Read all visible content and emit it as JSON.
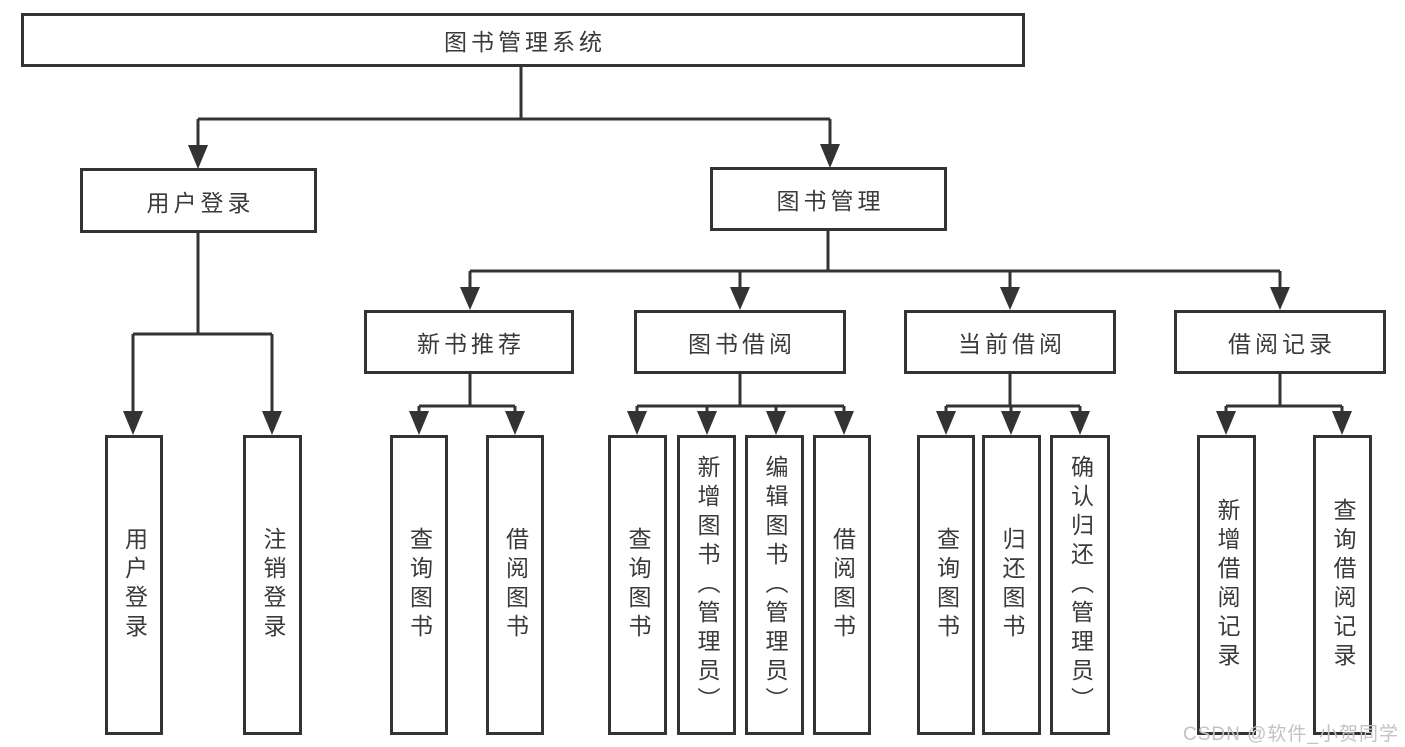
{
  "diagram": {
    "type": "hierarchy",
    "tree": {
      "root": {
        "label": "图书管理系统"
      },
      "branches": [
        {
          "label": "用户登录",
          "children": [
            {
              "label": "用户登录"
            },
            {
              "label": "注销登录"
            }
          ]
        },
        {
          "label": "图书管理",
          "children": [
            {
              "label": "新书推荐",
              "children": [
                {
                  "label": "查询图书"
                },
                {
                  "label": "借阅图书"
                }
              ]
            },
            {
              "label": "图书借阅",
              "children": [
                {
                  "label": "查询图书"
                },
                {
                  "label": "新增图书（管理员）"
                },
                {
                  "label": "编辑图书（管理员）"
                },
                {
                  "label": "借阅图书"
                }
              ]
            },
            {
              "label": "当前借阅",
              "children": [
                {
                  "label": "查询图书"
                },
                {
                  "label": "归还图书"
                },
                {
                  "label": "确认归还（管理员）"
                }
              ]
            },
            {
              "label": "借阅记录",
              "children": [
                {
                  "label": "新增借阅记录"
                },
                {
                  "label": "查询借阅记录"
                }
              ]
            }
          ]
        }
      ]
    },
    "colors": {
      "line": "#333333",
      "text": "#3a3a3a",
      "background": "#ffffff",
      "watermark": "#c3c3c3"
    }
  },
  "watermark": {
    "text": "CSDN @软件_小贺同学"
  }
}
